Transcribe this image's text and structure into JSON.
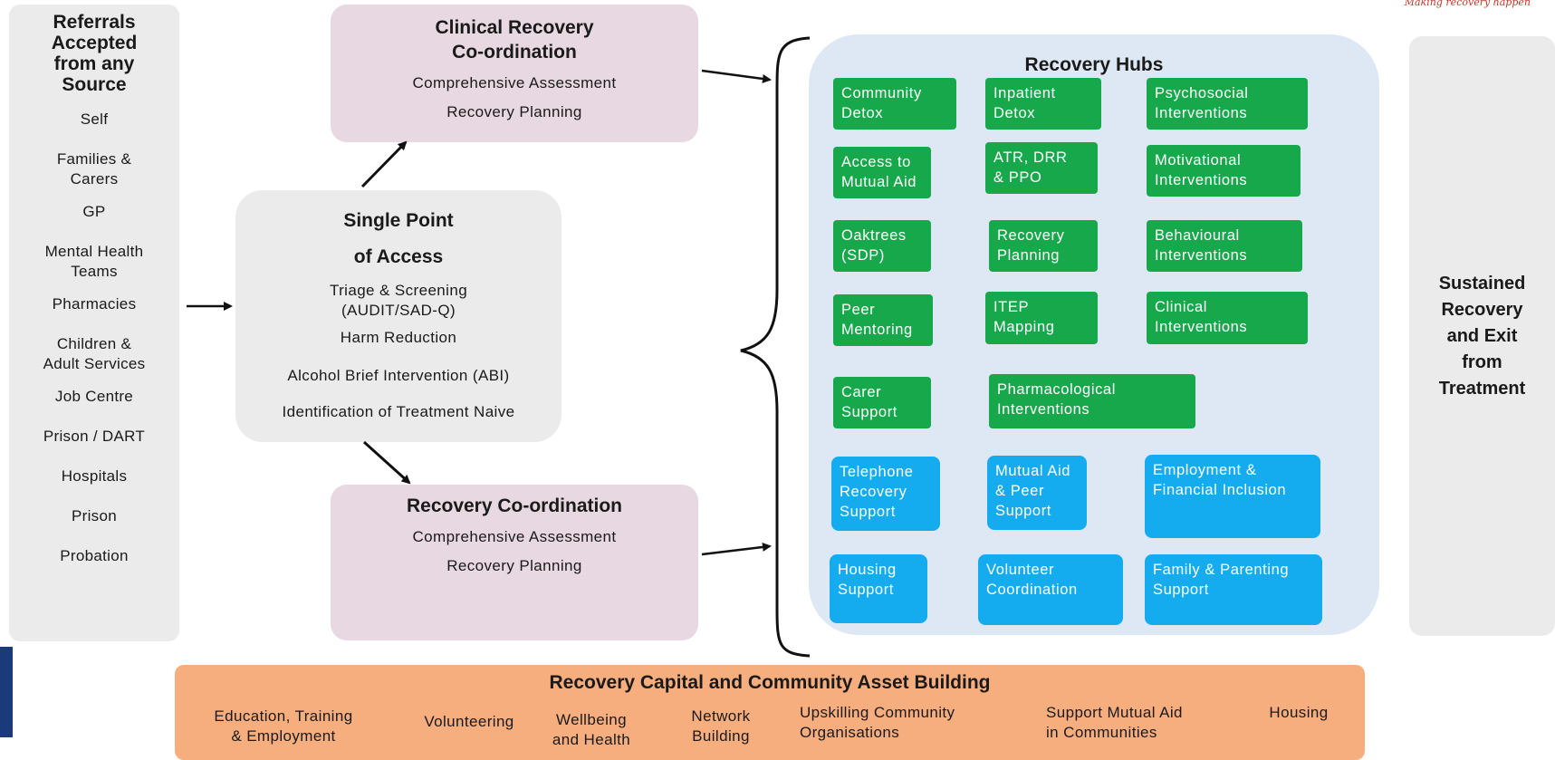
{
  "tagline": "Making recovery happen",
  "referrals": {
    "title": "Referrals\nAccepted\nfrom any\nSource",
    "items": [
      "Self",
      "Families &\nCarers",
      "GP",
      "Mental Health\nTeams",
      "Pharmacies",
      "Children &\nAdult Services",
      "Job Centre",
      "Prison / DART",
      "Hospitals",
      "Prison",
      "Probation"
    ]
  },
  "clinical": {
    "title": "Clinical Recovery\nCo-ordination",
    "lines": [
      "Comprehensive Assessment",
      "Recovery Planning"
    ]
  },
  "spa": {
    "title": "Single Point\nof Access",
    "lines": [
      "Triage & Screening",
      "(AUDIT/SAD-Q)",
      "Harm Reduction",
      "Alcohol Brief Intervention (ABI)",
      "Identification of Treatment Naive"
    ]
  },
  "recovery_coord": {
    "title": "Recovery Co-ordination",
    "lines": [
      "Comprehensive Assessment",
      "Recovery Planning"
    ]
  },
  "hubs": {
    "title": "Recovery Hubs",
    "green": [
      "Community\nDetox",
      "Inpatient\nDetox",
      "Psychosocial\nInterventions",
      "Access to\nMutual Aid",
      "ATR, DRR\n& PPO",
      "Motivational\nInterventions",
      "Oaktrees\n(SDP)",
      "Recovery\nPlanning",
      "Behavioural\nInterventions",
      "Peer\nMentoring",
      "ITEP\nMapping",
      "Clinical\nInterventions",
      "Carer\nSupport",
      "Pharmacological\nInterventions"
    ],
    "blue": [
      "Telephone\nRecovery\nSupport",
      "Mutual Aid\n& Peer\nSupport",
      "Employment &\nFinancial Inclusion",
      "Housing\nSupport",
      "Volunteer\nCoordination",
      "Family & Parenting\nSupport"
    ]
  },
  "sustained": "Sustained\nRecovery\nand Exit\nfrom\nTreatment",
  "capital": {
    "title": "Recovery Capital and Community Asset Building",
    "items": [
      "Education, Training\n& Employment",
      "Volunteering",
      "Wellbeing\nand Health",
      "Network\nBuilding",
      "Upskilling Community\nOrganisations",
      "Support Mutual Aid\nin Communities",
      "Housing"
    ]
  },
  "colors": {
    "green_chip": "#17a84b",
    "blue_chip": "#14abef",
    "pink_box": "#e8d8e2",
    "grey_box": "#ebebeb",
    "hub_panel": "#dde8f4",
    "capital_bar": "#f7ae7f",
    "tagline": "#c0392b"
  }
}
